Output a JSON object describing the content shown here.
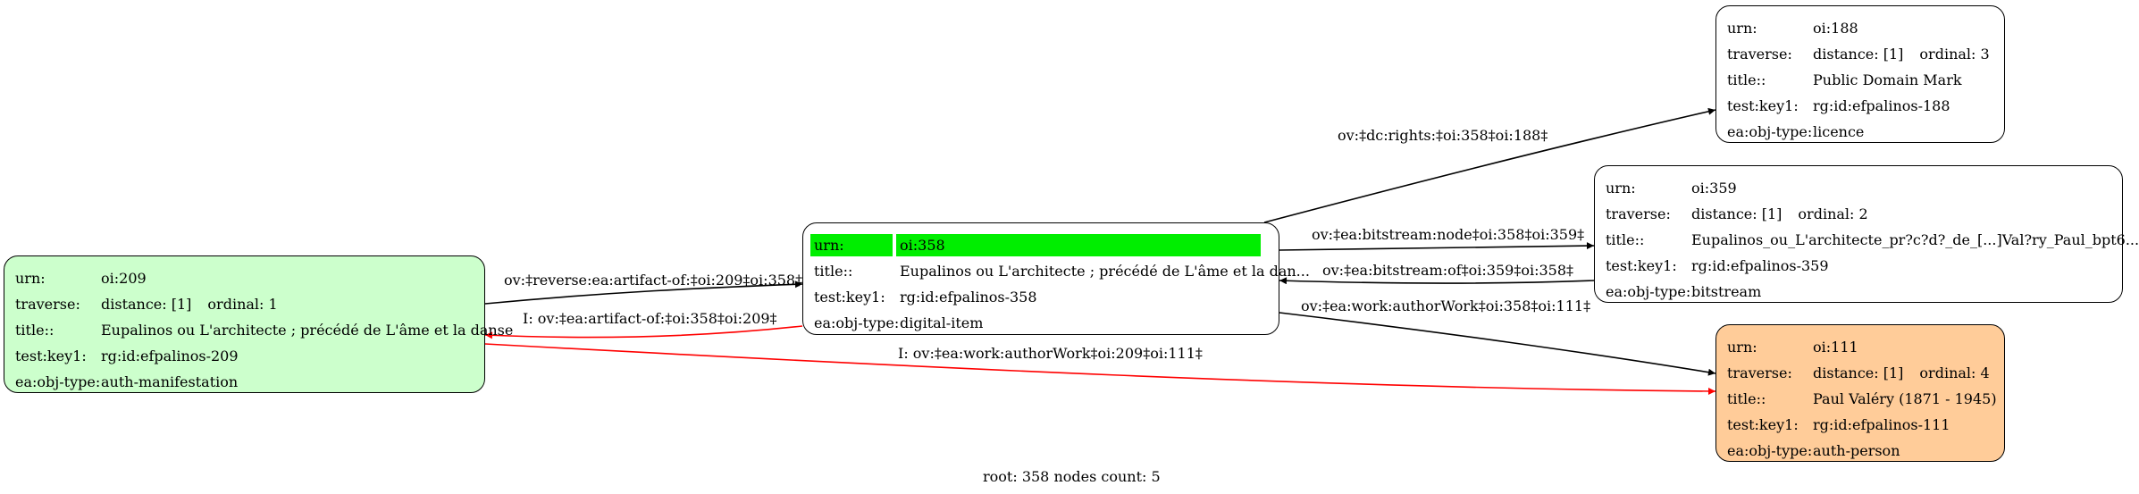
{
  "nodes": {
    "n209": {
      "color": "#ccffcc",
      "urn": {
        "k": "urn:",
        "v": "oi:209"
      },
      "traverse": {
        "k": "traverse:",
        "distance": "distance: [1]",
        "ordinal": "ordinal: 1"
      },
      "title": {
        "k": "title::",
        "v": "Eupalinos ou L'architecte ; précédé de L'âme et la danse"
      },
      "key": {
        "k": "test:key1:",
        "v": "rg:id:efpalinos-209"
      },
      "type": {
        "k": "ea:obj-type:",
        "v": "auth-manifestation"
      }
    },
    "n358": {
      "color": "#ffffff",
      "highlight": "#00ee00",
      "urn": {
        "k": "urn:",
        "v": "oi:358"
      },
      "title": {
        "k": "title::",
        "v": "Eupalinos ou L'architecte ; précédé de L'âme et la dan..."
      },
      "key": {
        "k": "test:key1:",
        "v": "rg:id:efpalinos-358"
      },
      "type": {
        "k": "ea:obj-type:",
        "v": "digital-item"
      }
    },
    "n188": {
      "color": "#ffffff",
      "urn": {
        "k": "urn:",
        "v": "oi:188"
      },
      "traverse": {
        "k": "traverse:",
        "distance": "distance: [1]",
        "ordinal": "ordinal: 3"
      },
      "title": {
        "k": "title::",
        "v": "Public Domain Mark"
      },
      "key": {
        "k": "test:key1:",
        "v": "rg:id:efpalinos-188"
      },
      "type": {
        "k": "ea:obj-type:",
        "v": "licence"
      }
    },
    "n359": {
      "color": "#ffffff",
      "urn": {
        "k": "urn:",
        "v": "oi:359"
      },
      "traverse": {
        "k": "traverse:",
        "distance": "distance: [1]",
        "ordinal": "ordinal: 2"
      },
      "title": {
        "k": "title::",
        "v": "Eupalinos_ou_L'architecte_pr?c?d?_de_[...]Val?ry_Paul_bpt6..."
      },
      "key": {
        "k": "test:key1:",
        "v": "rg:id:efpalinos-359"
      },
      "type": {
        "k": "ea:obj-type:",
        "v": "bitstream"
      }
    },
    "n111": {
      "color": "#ffcc99",
      "urn": {
        "k": "urn:",
        "v": "oi:111"
      },
      "traverse": {
        "k": "traverse:",
        "distance": "distance: [1]",
        "ordinal": "ordinal: 4"
      },
      "title": {
        "k": "title::",
        "v": "Paul Valéry (1871 - 1945)"
      },
      "key": {
        "k": "test:key1:",
        "v": "rg:id:efpalinos-111"
      },
      "type": {
        "k": "ea:obj-type:",
        "v": "auth-person"
      }
    }
  },
  "edges": [
    {
      "id": "e1",
      "from": "n209",
      "to": "n358",
      "label": "ov:‡reverse:ea:artifact-of:‡oi:209‡oi:358‡",
      "color": "#000000"
    },
    {
      "id": "e2",
      "from": "n358",
      "to": "n209",
      "label": "I: ov:‡ea:artifact-of:‡oi:358‡oi:209‡",
      "color": "#ff0000"
    },
    {
      "id": "e3",
      "from": "n358",
      "to": "n188",
      "label": "ov:‡dc:rights:‡oi:358‡oi:188‡",
      "color": "#000000"
    },
    {
      "id": "e4",
      "from": "n358",
      "to": "n359",
      "label": "ov:‡ea:bitstream:node‡oi:358‡oi:359‡",
      "color": "#000000"
    },
    {
      "id": "e5",
      "from": "n359",
      "to": "n358",
      "label": "ov:‡ea:bitstream:of‡oi:359‡oi:358‡",
      "color": "#000000"
    },
    {
      "id": "e6",
      "from": "n358",
      "to": "n111",
      "label": "ov:‡ea:work:authorWork‡oi:358‡oi:111‡",
      "color": "#000000"
    },
    {
      "id": "e7",
      "from": "n209",
      "to": "n111",
      "label": "I: ov:‡ea:work:authorWork‡oi:209‡oi:111‡",
      "color": "#ff0000"
    }
  ],
  "footer": "root: 358 nodes count: 5"
}
